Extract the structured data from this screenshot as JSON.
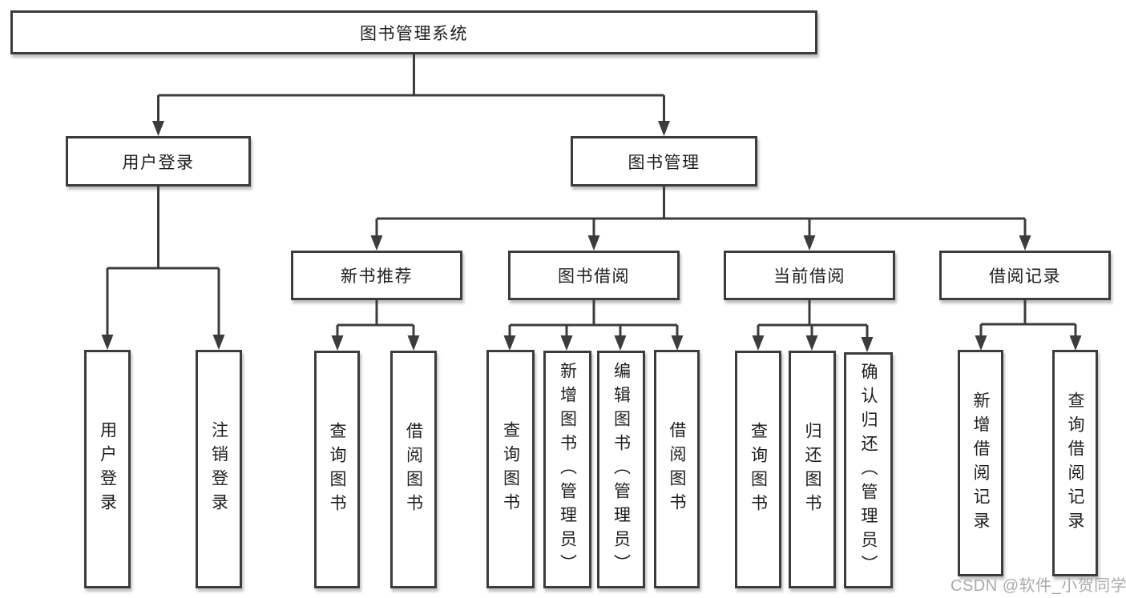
{
  "page": {
    "background": "#ffffff",
    "watermark": "CSDN @软件_小贺同学"
  },
  "colors": {
    "line": "#3c3c3c",
    "box_border": "#3c3c3c",
    "text": "#1d1d1d",
    "box_background": "#ffffff",
    "watermark": "#aaaaaa"
  },
  "tree": {
    "root": "图书管理系统",
    "branches": [
      {
        "label": "用户登录",
        "children": [
          "用户登录",
          "注销登录"
        ]
      },
      {
        "label": "图书管理",
        "children": [
          {
            "label": "新书推荐",
            "children": [
              "查询图书",
              "借阅图书"
            ]
          },
          {
            "label": "图书借阅",
            "children": [
              "查询图书",
              "新增图书（管理员）",
              "编辑图书（管理员）",
              "借阅图书"
            ]
          },
          {
            "label": "当前借阅",
            "children": [
              "查询图书",
              "归还图书",
              "确认归还（管理员）"
            ]
          },
          {
            "label": "借阅记录",
            "children": [
              "新增借阅记录",
              "查询借阅记录"
            ]
          }
        ]
      }
    ]
  }
}
